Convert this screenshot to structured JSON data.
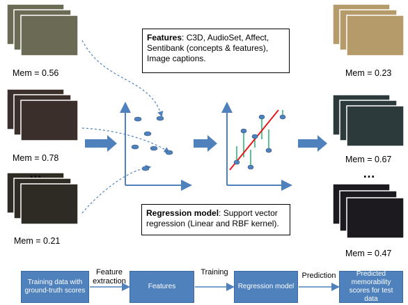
{
  "training_samples": [
    {
      "mem_label": "Mem = 0.56",
      "frame_color": "#6a6a55"
    },
    {
      "mem_label": "Mem = 0.78",
      "frame_color": "#3a2f2a"
    },
    {
      "mem_label": "Mem = 0.21",
      "frame_color": "#2e2a24"
    }
  ],
  "test_samples": [
    {
      "mem_label": "Mem = 0.23",
      "frame_color": "#b59a6a"
    },
    {
      "mem_label": "Mem = 0.67",
      "frame_color": "#2d3a3c"
    },
    {
      "mem_label": "Mem = 0.47",
      "frame_color": "#1c1a1f"
    }
  ],
  "ellipsis": "…",
  "features_box": {
    "heading": "Features",
    "text": ": C3D, AudioSet, Affect, Sentibank (concepts & features), Image captions."
  },
  "regression_box": {
    "heading": "Regression model",
    "text": ": Support vector regression (Linear and RBF kernel)."
  },
  "pipeline": {
    "stages": [
      "Training data with ground-truth scores",
      "Features",
      "Regression model",
      "Predicted memorability scores for test data"
    ],
    "arrows": [
      "Feature extraction",
      "Training",
      "Prediction"
    ]
  },
  "colors": {
    "accent_blue": "#4f81bd",
    "regression_line": "#e41a1c",
    "residual_green": "#00a651"
  }
}
